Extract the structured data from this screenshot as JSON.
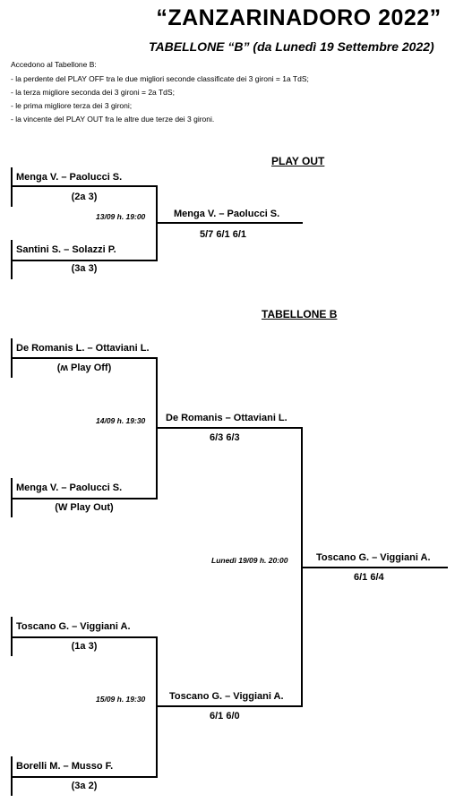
{
  "header": {
    "title": "“ZANZARINADORO   2022”",
    "subtitle": "TABELLONE “B” (da Lunedì 19 Settembre 2022)"
  },
  "rules": {
    "intro": "Accedono al Tabellone B:",
    "items": [
      "- la perdente del PLAY OFF tra le due migliori seconde classificate dei 3 gironi = 1a TdS;",
      "- la terza migliore seconda dei 3 gironi = 2a TdS;",
      "- le prima migliore terza dei 3 gironi;",
      "- la vincente del PLAY OUT fra le altre due terze dei 3 gironi."
    ]
  },
  "playout": {
    "heading": "PLAY OUT",
    "players": [
      {
        "name": "Menga V. – Paolucci S.",
        "seed": "(2a 3)"
      },
      {
        "name": "Santini S. – Solazzi P.",
        "seed": "(3a 3)"
      }
    ],
    "date": "13/09 h. 19:00",
    "winner": "Menga V. – Paolucci S.",
    "score": "5/7  6/1  6/1"
  },
  "tabellone": {
    "heading": "TABELLONE B",
    "r1": [
      {
        "name": "De Romanis L. – Ottaviani L.",
        "seed": "(ʍ Play Off)"
      },
      {
        "name": "Menga V. – Paolucci S.",
        "seed": "(W Play Out)"
      },
      {
        "name": "Toscano G. – Viggiani A.",
        "seed": "(1a 3)"
      },
      {
        "name": "Borelli M. – Musso F.",
        "seed": "(3a 2)"
      }
    ],
    "sf": [
      {
        "date": "14/09 h. 19:30",
        "winner": "De Romanis  – Ottaviani L.",
        "score": "6/3  6/3"
      },
      {
        "date": "15/09 h. 19:30",
        "winner": "Toscano G. – Viggiani A.",
        "score": "6/1  6/0"
      }
    ],
    "final": {
      "date": "Lunedì 19/09  h. 20:00",
      "winner": "Toscano G. – Viggiani A.",
      "score": "6/1  6/4"
    }
  }
}
